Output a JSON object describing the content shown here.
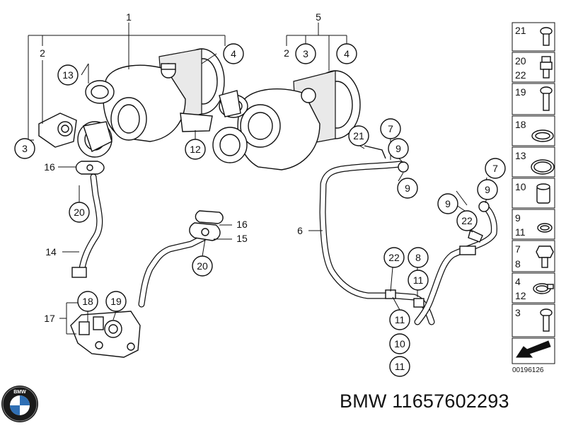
{
  "caption": "BMW 11657602293",
  "diagram_id": "00196126",
  "brand_logo_text": "BMW",
  "callouts": {
    "c1": "1",
    "c2a": "2",
    "c13": "13",
    "c4a": "4",
    "c3a": "3",
    "c12": "12",
    "c5": "5",
    "c2b": "2",
    "c3b": "3",
    "c4b": "4",
    "c16a": "16",
    "c20a": "20",
    "c14": "14",
    "c17": "17",
    "c18": "18",
    "c19": "19",
    "c16b": "16",
    "c15": "15",
    "c20b": "20",
    "c21": "21",
    "c7a": "7",
    "c9a": "9",
    "c9b": "9",
    "c6": "6",
    "c22a": "22",
    "c8": "8",
    "c11a": "11",
    "c11b": "11",
    "c10": "10",
    "c11c": "11",
    "c7b": "7",
    "c9c": "9",
    "c9d": "9",
    "c22b": "22"
  },
  "legend": [
    {
      "label": "21",
      "icon": "bolt-icon"
    },
    {
      "label": "20",
      "label2": "22",
      "icon": "hollow-bolt-icon"
    },
    {
      "label": "19",
      "icon": "bolt-icon"
    },
    {
      "label": "18",
      "icon": "seal-ring-icon"
    },
    {
      "label": "13",
      "icon": "seal-ring-icon"
    },
    {
      "label": "10",
      "icon": "sleeve-icon"
    },
    {
      "label": "9",
      "label2": "11",
      "icon": "seal-ring-icon"
    },
    {
      "label": "7",
      "label2": "8",
      "icon": "hex-bolt-icon"
    },
    {
      "label": "4",
      "label2": "12",
      "icon": "hose-clamp-icon"
    },
    {
      "label": "3",
      "icon": "torx-bolt-icon"
    },
    {
      "label": "",
      "icon": "arrow-icon"
    }
  ]
}
